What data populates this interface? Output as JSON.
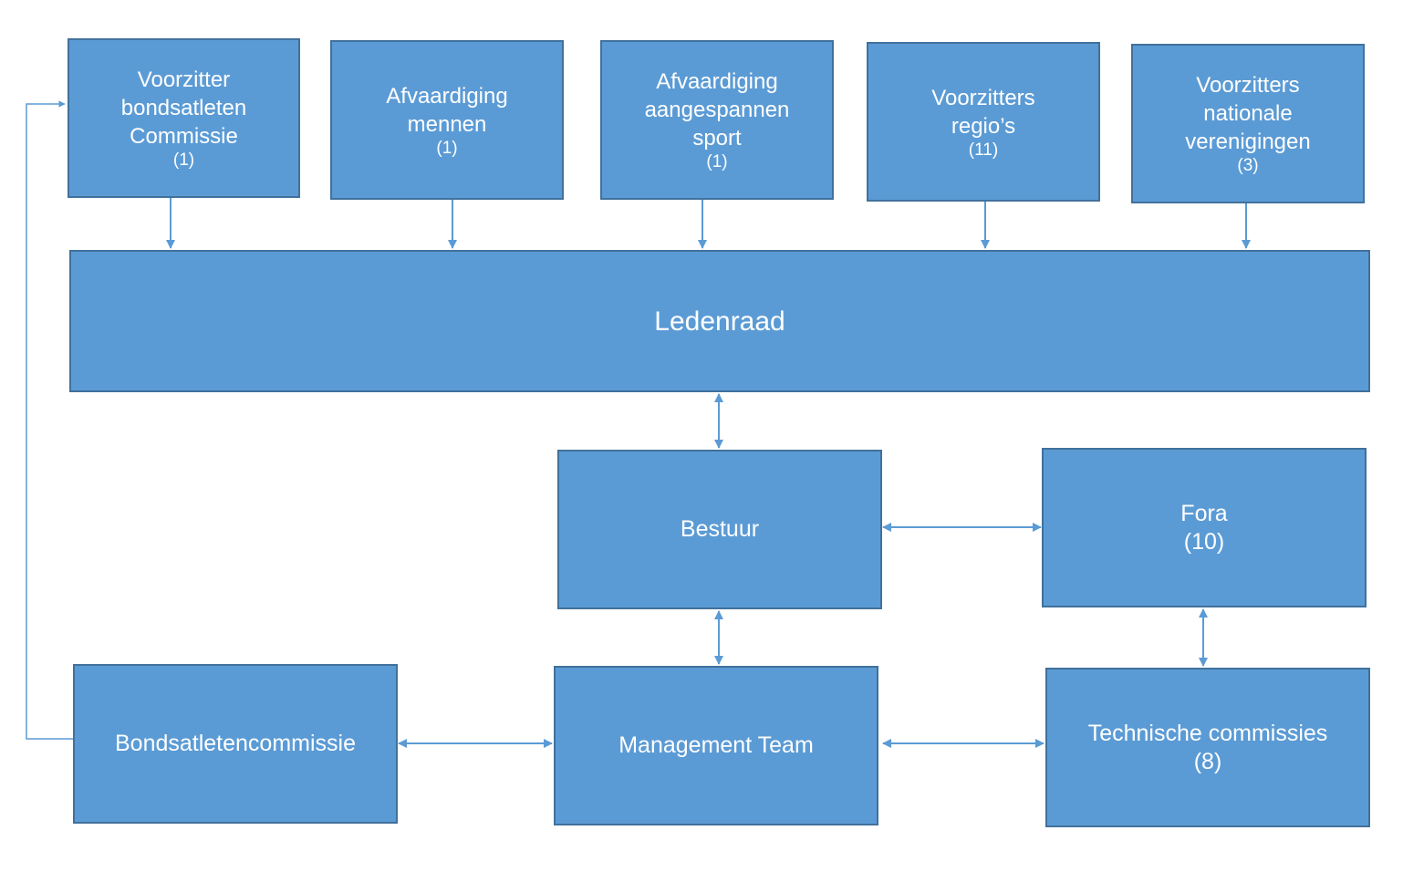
{
  "colors": {
    "box_fill": "#5b9bd5",
    "box_border": "#41719c",
    "connector": "#5b9bd5",
    "text": "#ffffff",
    "background": "#ffffff"
  },
  "top_boxes": [
    {
      "lines": [
        "Voorzitter",
        "bondsatleten",
        "Commissie"
      ],
      "count": "(1)"
    },
    {
      "lines": [
        "Afvaardiging",
        "mennen"
      ],
      "count": "(1)"
    },
    {
      "lines": [
        "Afvaardiging",
        "aangespannen",
        "sport"
      ],
      "count": "(1)"
    },
    {
      "lines": [
        "Voorzitters",
        "regio’s"
      ],
      "count": "(11)"
    },
    {
      "lines": [
        "Voorzitters",
        "nationale",
        "verenigingen"
      ],
      "count": "(3)"
    }
  ],
  "ledenraad": {
    "label": "Ledenraad"
  },
  "bestuur": {
    "label": "Bestuur"
  },
  "fora": {
    "label": "Fora",
    "count": "(10)"
  },
  "bondsatletencommissie": {
    "label": "Bondsatletencommissie"
  },
  "management_team": {
    "label": "Management Team"
  },
  "technische_commissies": {
    "label": "Technische commissies",
    "count": "(8)"
  }
}
